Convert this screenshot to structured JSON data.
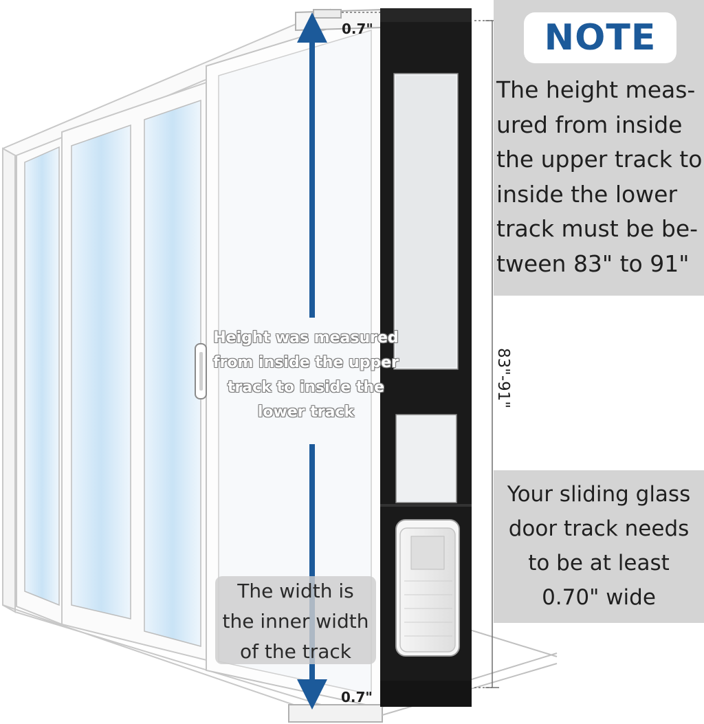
{
  "note": {
    "badge": "NOTE",
    "text": "The height meas-\nured from inside\nthe upper track to\ninside the lower\ntrack must be be-\ntween 83\" to 91\""
  },
  "track_note": {
    "text": "Your sliding glass\ndoor track needs\nto be at least\n0.70\" wide"
  },
  "width_note": {
    "text": "The width is\nthe inner width\nof the track"
  },
  "measure_caption": "Height was measured\nfrom inside the upper\ntrack to inside the\nlower track",
  "dimensions": {
    "top_track_width": "0.7\"",
    "bottom_track_width": "0.7\"",
    "height_range": "83\"-91\""
  },
  "colors": {
    "arrow": "#1c5a9a",
    "panel_frame": "#1a1a1a",
    "note_panel": "#d4d4d4",
    "glass": "#dcecf8"
  }
}
